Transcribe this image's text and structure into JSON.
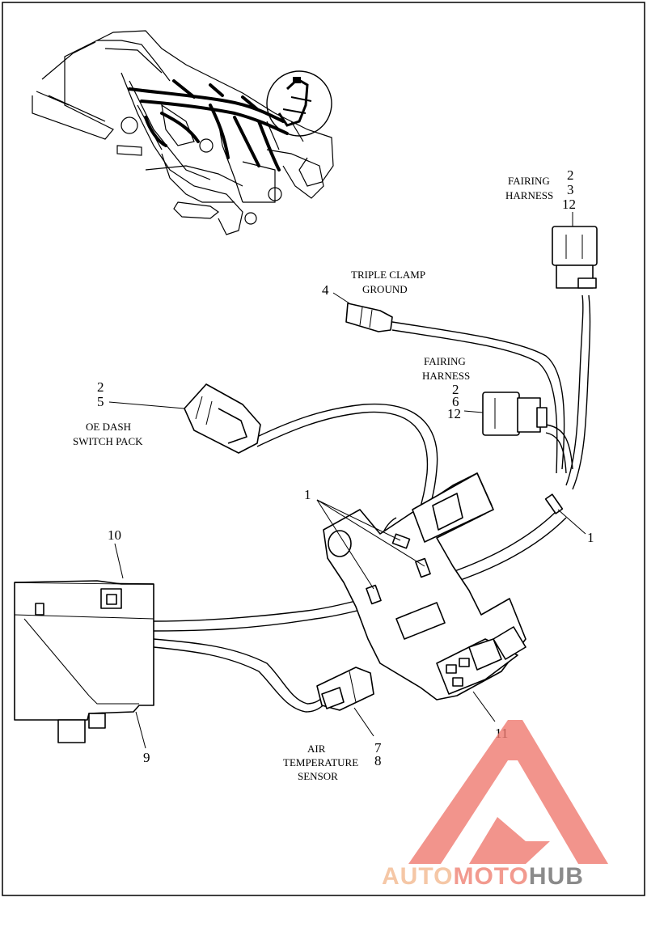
{
  "labels": {
    "fairing_harness_top": {
      "text": "FAIRING\nHARNESS",
      "numbers": [
        "2",
        "3",
        "12"
      ]
    },
    "triple_clamp_ground": {
      "text": "TRIPLE CLAMP\nGROUND",
      "numbers": [
        "4"
      ]
    },
    "fairing_harness_mid": {
      "text": "FAIRING\nHARNESS",
      "numbers": [
        "2",
        "6",
        "12"
      ]
    },
    "oe_dash_switch_pack": {
      "text": "OE DASH\nSWITCH PACK",
      "numbers": [
        "2",
        "5"
      ]
    },
    "air_temperature_sensor": {
      "text": "AIR\nTEMPERATURE\nSENSOR",
      "numbers": [
        "7",
        "8"
      ]
    }
  },
  "callouts": {
    "clip_group": "1",
    "clip_right": "1",
    "item_9": "9",
    "item_10": "10",
    "item_11": "11"
  },
  "watermark": {
    "part1": "AUTO",
    "part2": "MOTO",
    "part3": "HUB",
    "color1": "#f5c7a6",
    "color2": "#f29a8f",
    "color3": "#8a8a8a",
    "triangle_color": "#ef7a70"
  }
}
